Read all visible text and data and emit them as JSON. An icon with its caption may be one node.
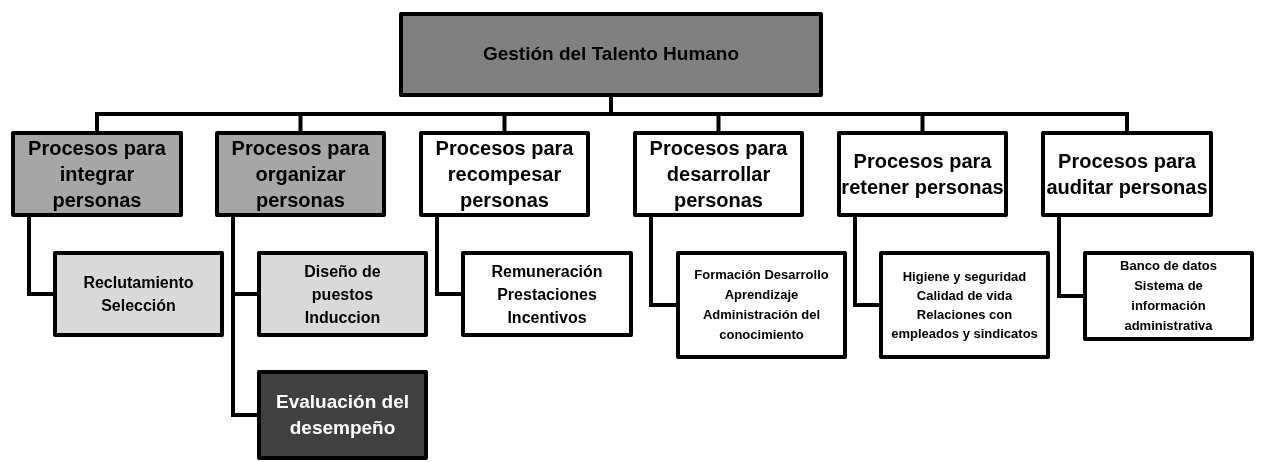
{
  "diagram": {
    "nodes": [
      {
        "text": [
          "Gestión del Talento Humano"
        ]
      },
      {
        "text": [
          "Procesos para integrar personas"
        ]
      },
      {
        "text": [
          "Procesos para organizar personas"
        ]
      },
      {
        "text": [
          "Procesos para recompesar personas"
        ]
      },
      {
        "text": [
          "Procesos para desarrollar personas"
        ]
      },
      {
        "text": [
          "Procesos para retener personas"
        ]
      },
      {
        "text": [
          "Procesos para auditar personas"
        ]
      },
      {
        "text": [
          "Reclutamiento Selección"
        ]
      },
      {
        "text": [
          "Diseño de puestos Induccion"
        ]
      },
      {
        "text": [
          "Evaluación del desempeño"
        ]
      },
      {
        "text": [
          "Remuneración Prestaciones Incentivos"
        ]
      },
      {
        "text": [
          "Formación Desarrollo Aprendizaje Administración del conocimiento"
        ]
      },
      {
        "text": [
          "Higiene y seguridad Calidad de vida Relaciones con empleados y sindicatos"
        ]
      },
      {
        "text": [
          "Banco de datos Sistema de información administrativa"
        ]
      }
    ],
    "edges": [
      {
        "from": 0,
        "to": 1,
        "arrow": "none"
      },
      {
        "from": 0,
        "to": 2,
        "arrow": "none"
      },
      {
        "from": 0,
        "to": 3,
        "arrow": "none"
      },
      {
        "from": 0,
        "to": 4,
        "arrow": "none"
      },
      {
        "from": 0,
        "to": 5,
        "arrow": "none"
      },
      {
        "from": 0,
        "to": 6,
        "arrow": "none"
      },
      {
        "from": 1,
        "to": 7,
        "arrow": "none"
      },
      {
        "from": 2,
        "to": 8,
        "arrow": "none"
      },
      {
        "from": 2,
        "to": 9,
        "arrow": "none"
      },
      {
        "from": 3,
        "to": 10,
        "arrow": "none"
      },
      {
        "from": 4,
        "to": 11,
        "arrow": "none"
      },
      {
        "from": 5,
        "to": 12,
        "arrow": "none"
      },
      {
        "from": 6,
        "to": 13,
        "arrow": "none"
      }
    ]
  }
}
